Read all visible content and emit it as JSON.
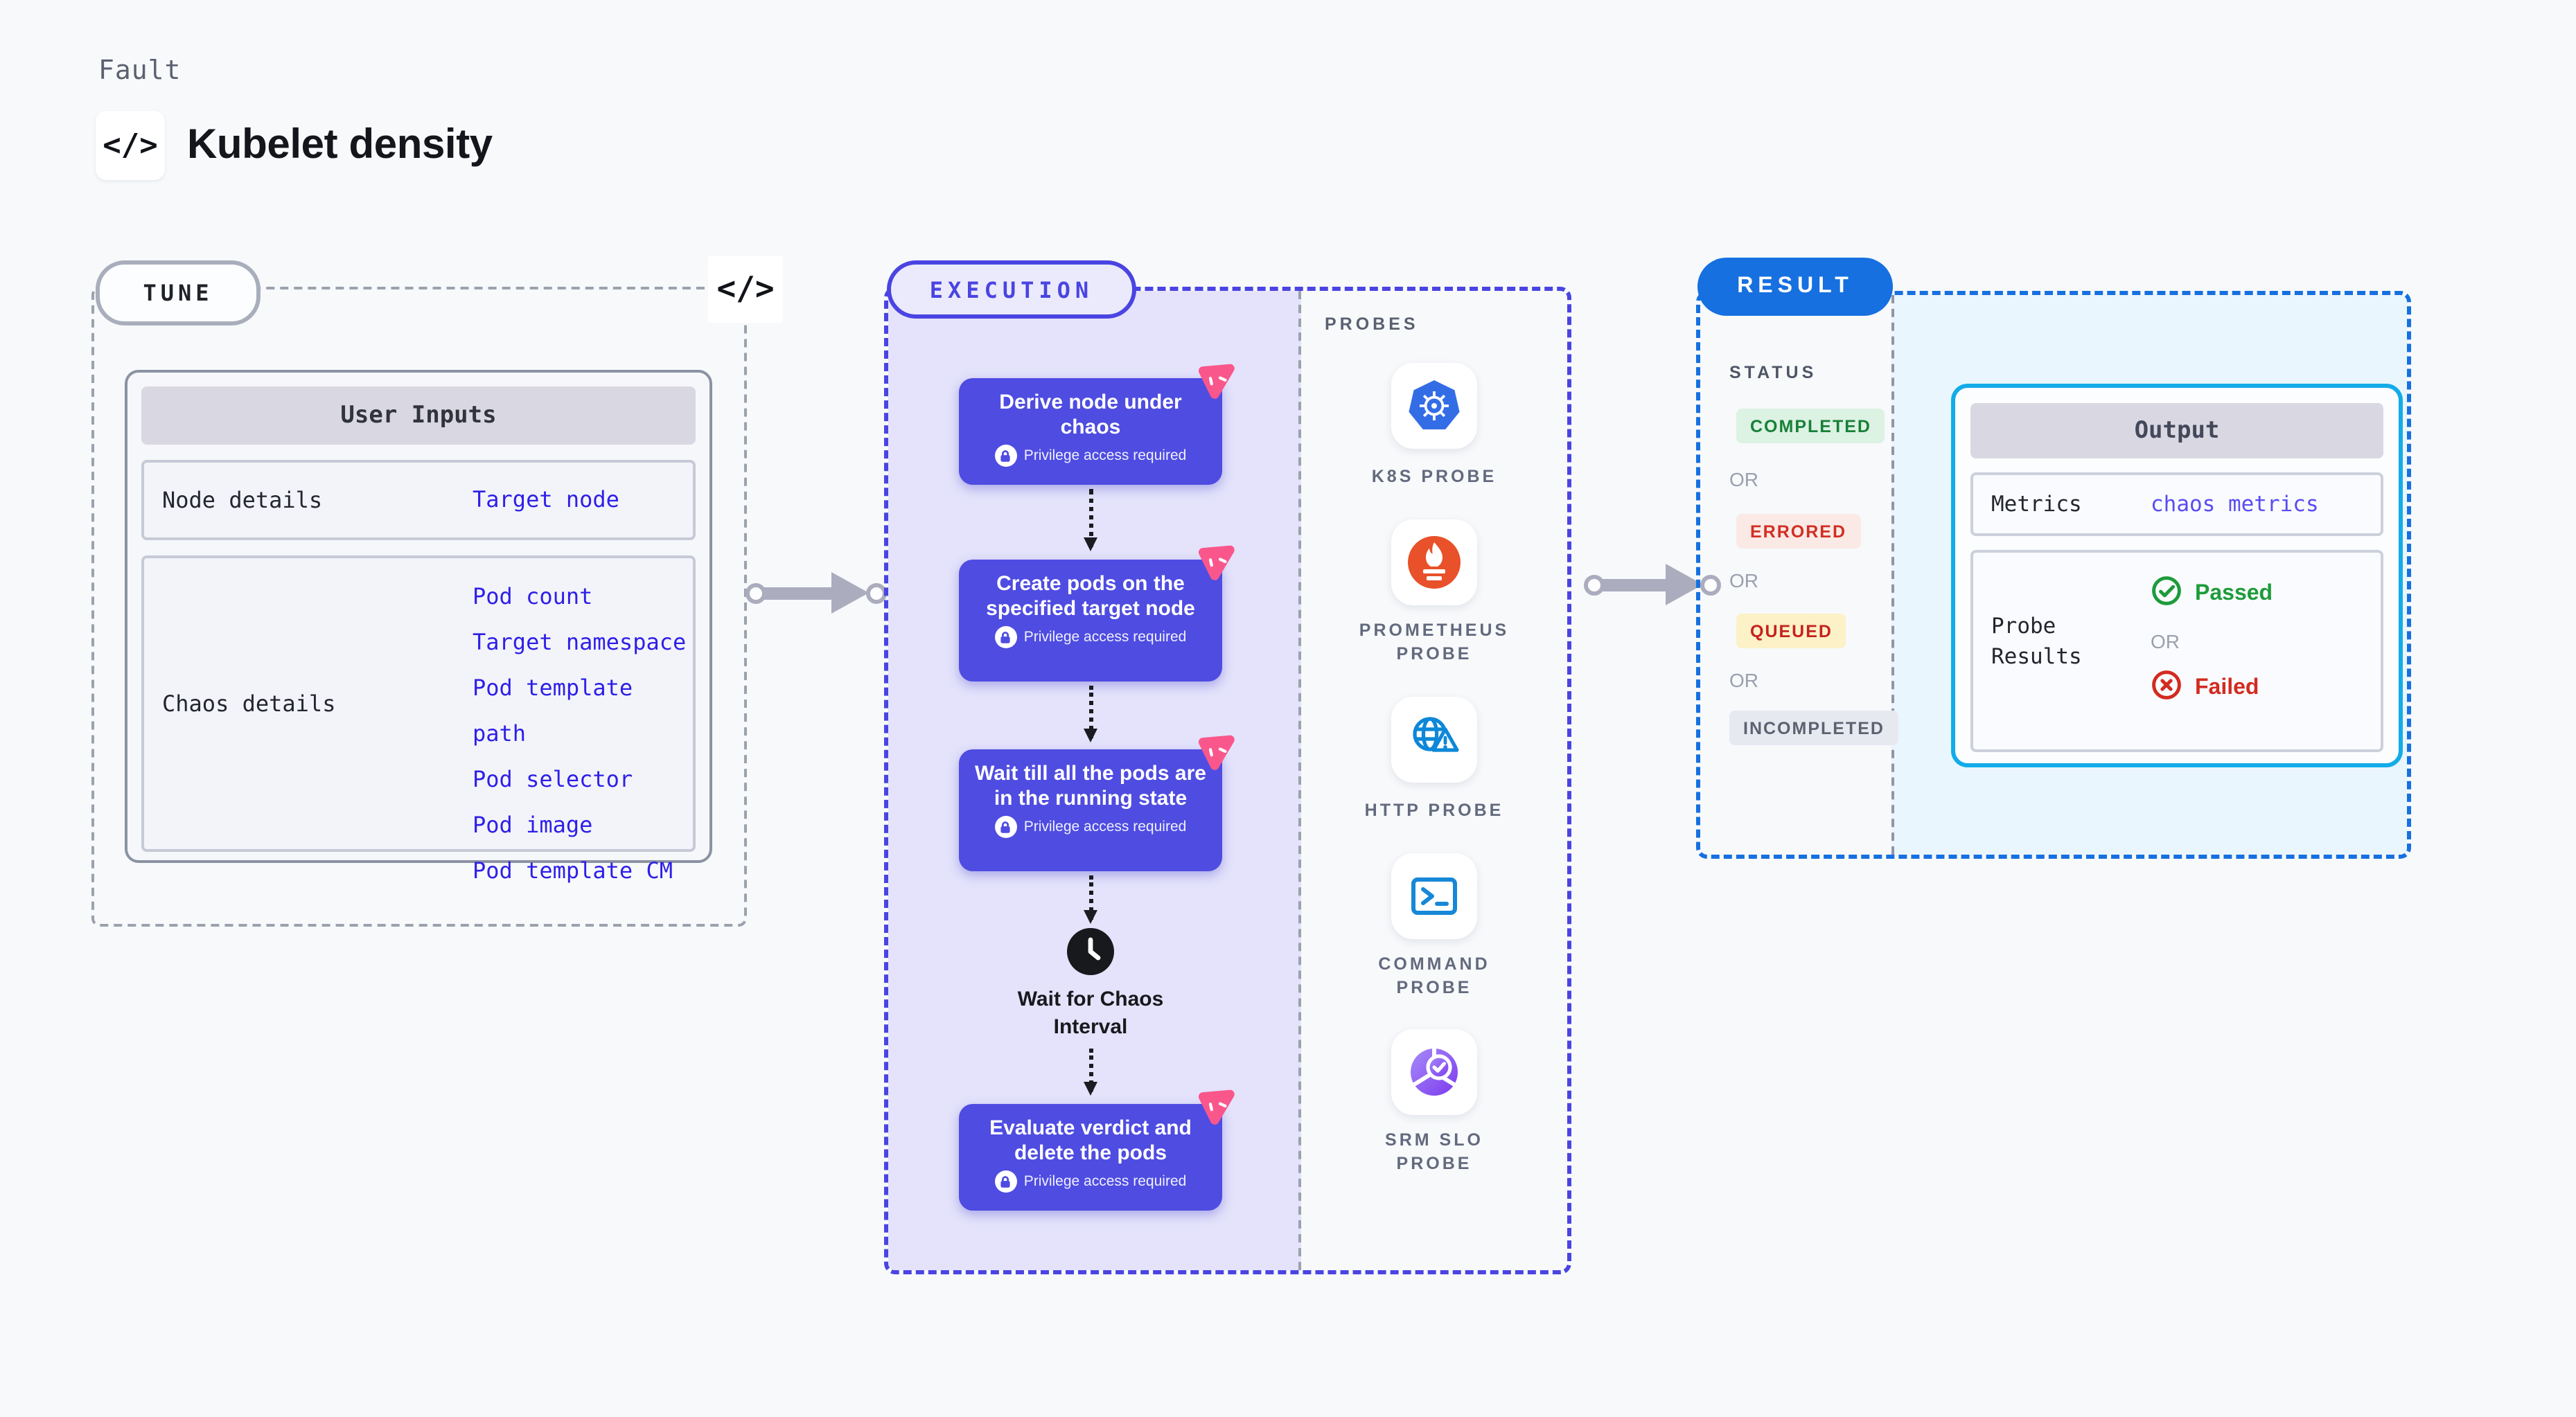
{
  "header": {
    "category": "Fault",
    "title": "Kubelet density",
    "code_icon_glyph": "</>"
  },
  "tune": {
    "badge": "TUNE",
    "code_icon_glyph": "</>",
    "table": {
      "title": "User Inputs",
      "rows": [
        {
          "label": "Node details",
          "links": [
            "Target node"
          ]
        },
        {
          "label": "Chaos details",
          "links": [
            "Pod count",
            "Target namespace",
            "Pod template path",
            "Pod selector",
            "Pod image",
            "Pod template CM"
          ]
        }
      ]
    }
  },
  "execution": {
    "badge": "EXECUTION",
    "privilege_label": "Privilege access required",
    "steps": [
      "Derive node under chaos",
      "Create pods on the specified target node",
      "Wait till all the pods are in the running state",
      "Evaluate verdict and delete the pods"
    ],
    "wait_label": "Wait for Chaos Interval"
  },
  "probes": {
    "title": "PROBES",
    "items": [
      {
        "label": "K8S PROBE",
        "icon": "kubernetes-icon"
      },
      {
        "label": "PROMETHEUS PROBE",
        "icon": "prometheus-icon"
      },
      {
        "label": "HTTP PROBE",
        "icon": "globe-alert-icon"
      },
      {
        "label": "COMMAND PROBE",
        "icon": "terminal-icon"
      },
      {
        "label": "SRM SLO PROBE",
        "icon": "slo-gauge-icon"
      }
    ]
  },
  "result": {
    "badge": "RESULT",
    "status_title": "STATUS",
    "or_label": "OR",
    "statuses": [
      {
        "label": "COMPLETED",
        "color": "#188038",
        "bg": "#dcf2e3"
      },
      {
        "label": "ERRORED",
        "color": "#d12f22",
        "bg": "#fbe9e6"
      },
      {
        "label": "QUEUED",
        "color": "#c5221f",
        "bg": "#fcf1c7"
      },
      {
        "label": "INCOMPLETED",
        "color": "#5c6270",
        "bg": "#e7e9f1"
      }
    ],
    "output": {
      "title": "Output",
      "metrics_label": "Metrics",
      "metrics_value": "chaos metrics",
      "probe_results_label": "Probe Results",
      "passed": "Passed",
      "failed": "Failed"
    }
  },
  "colors": {
    "page_bg": "#f7f9fb",
    "indigo_accent": "#4a44e2",
    "step_card_bg": "#4f4ce1",
    "execution_bg": "#e4e3fb",
    "link_blue": "#2e1fe8",
    "result_blue": "#1670e0",
    "output_border_cyan": "#12ace8",
    "result_bg_cyan": "#e9f6fd",
    "pink_corner": "#f9578c",
    "passed_green": "#1e9b3b",
    "failed_red": "#d32b20",
    "arrow_gray": "#abadbe"
  }
}
